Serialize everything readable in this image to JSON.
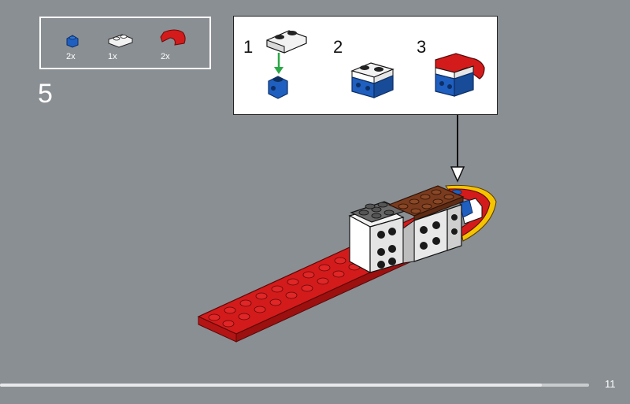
{
  "step": {
    "number": "5"
  },
  "parts": [
    {
      "name": "blue 1x1 brick",
      "count": "2x",
      "color": "#1f5fbf"
    },
    {
      "name": "white 1x2 plate",
      "count": "1x",
      "color": "#f2f2f2"
    },
    {
      "name": "red curved slope",
      "count": "2x",
      "color": "#d31b1b"
    }
  ],
  "substeps": [
    {
      "label": "1"
    },
    {
      "label": "2"
    },
    {
      "label": "3"
    }
  ],
  "colors": {
    "background": "#8a8f93",
    "red": "#d31b1b",
    "blue": "#1f5fbf",
    "brown": "#7a3b1e",
    "gray": "#6a6a6a",
    "white": "#f2f2f2",
    "yellow_outline": "#f5c400",
    "arrow_green": "#2aa845"
  },
  "progress": {
    "fraction": 0.92
  },
  "page": {
    "number": "11"
  }
}
